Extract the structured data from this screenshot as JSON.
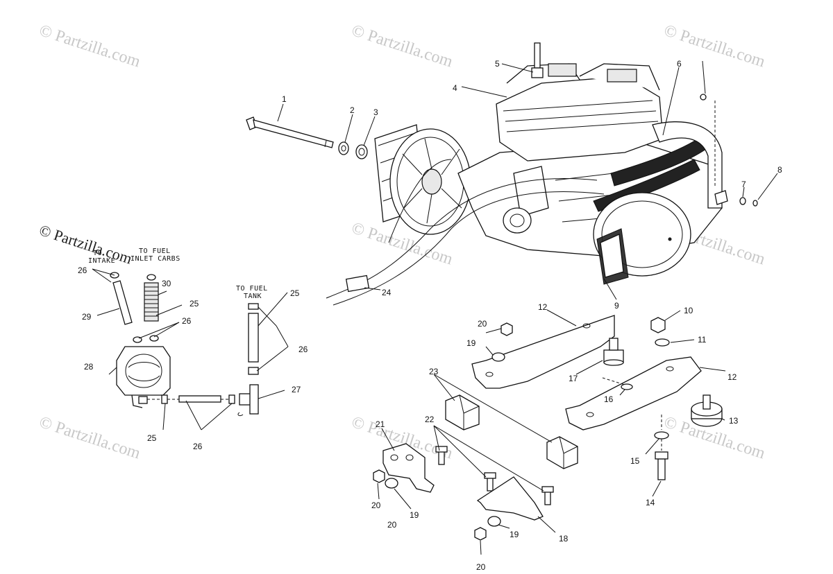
{
  "watermarks": [
    "© Partzilla.com",
    "© Partzilla.com",
    "© Partzilla.com",
    "© Partzilla.com",
    "© Partzilla.com",
    "© Partzilla.com",
    "© Partzilla.com",
    "© Partzilla.com",
    "© Partzilla.com"
  ],
  "labels": {
    "to_fuel_intake_line1": "TO",
    "to_fuel_intake_line2": "INTAKE",
    "to_fuel_carbs_line1": "TO FUEL",
    "to_fuel_carbs_line2": "INLET CARBS",
    "to_fuel_tank_line1": "TO FUEL",
    "to_fuel_tank_line2": "TANK"
  },
  "callouts": [
    "1",
    "2",
    "3",
    "4",
    "5",
    "6",
    "7",
    "8",
    "9",
    "10",
    "11",
    "12",
    "12",
    "13",
    "14",
    "15",
    "16",
    "17",
    "18",
    "19",
    "19",
    "19",
    "20",
    "20",
    "20",
    "20",
    "21",
    "22",
    "23",
    "24",
    "25",
    "25",
    "25",
    "26",
    "26",
    "26",
    "26",
    "27",
    "28",
    "29",
    "30"
  ]
}
